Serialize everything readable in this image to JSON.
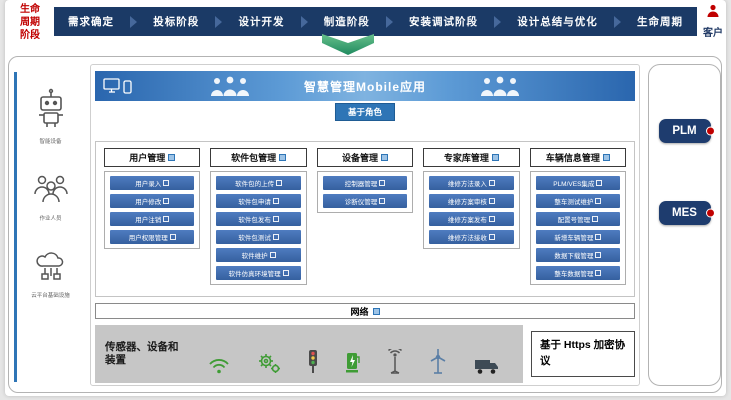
{
  "lifecycle_label": {
    "line1": "生命",
    "line2": "周期",
    "line3": "阶段"
  },
  "top_nav": {
    "tabs": [
      "需求确定",
      "投标阶段",
      "设计开发",
      "制造阶段",
      "安装调试阶段",
      "设计总结与优化",
      "生命周期"
    ]
  },
  "customer": {
    "label": "客户"
  },
  "left_rail": {
    "items": [
      {
        "caption": "智能设备"
      },
      {
        "caption": "作业人员"
      },
      {
        "caption": "云平台基础设施"
      }
    ]
  },
  "banner": {
    "title": "智慧管理Mobile应用"
  },
  "role_chip": {
    "label": "基于角色"
  },
  "modules": [
    {
      "title": "用户管理",
      "items": [
        "用户录入",
        "用户修改",
        "用户注销",
        "用户权限管理"
      ]
    },
    {
      "title": "软件包管理",
      "items": [
        "软件包的上传",
        "软件包申请",
        "软件包发布",
        "软件包测试",
        "软件维护",
        "软件仿真环境管理"
      ]
    },
    {
      "title": "设备管理",
      "items": [
        "控制器管理",
        "诊断仪管理"
      ]
    },
    {
      "title": "专家库管理",
      "items": [
        "维修方法录入",
        "维修方案审核",
        "维修方案发布",
        "维修方法接收"
      ]
    },
    {
      "title": "车辆信息管理",
      "items": [
        "PLM/VES集成",
        "整车测试维护",
        "配置号管理",
        "新增车辆管理",
        "数据下载管理",
        "整车数据管理"
      ]
    }
  ],
  "network": {
    "label": "网络"
  },
  "sensor_band": {
    "label": "传感器、设备和装置"
  },
  "https_box": {
    "label": "基于 Https 加密协议"
  },
  "right_rail": {
    "plm": "PLM",
    "mes": "MES"
  },
  "colors": {
    "navy": "#1b3a66",
    "accent_blue": "#2E75B6",
    "button_blue": "#3e6cb4",
    "red": "#C00000",
    "green": "#3f9c35",
    "band_gray": "#c6c6c6"
  }
}
